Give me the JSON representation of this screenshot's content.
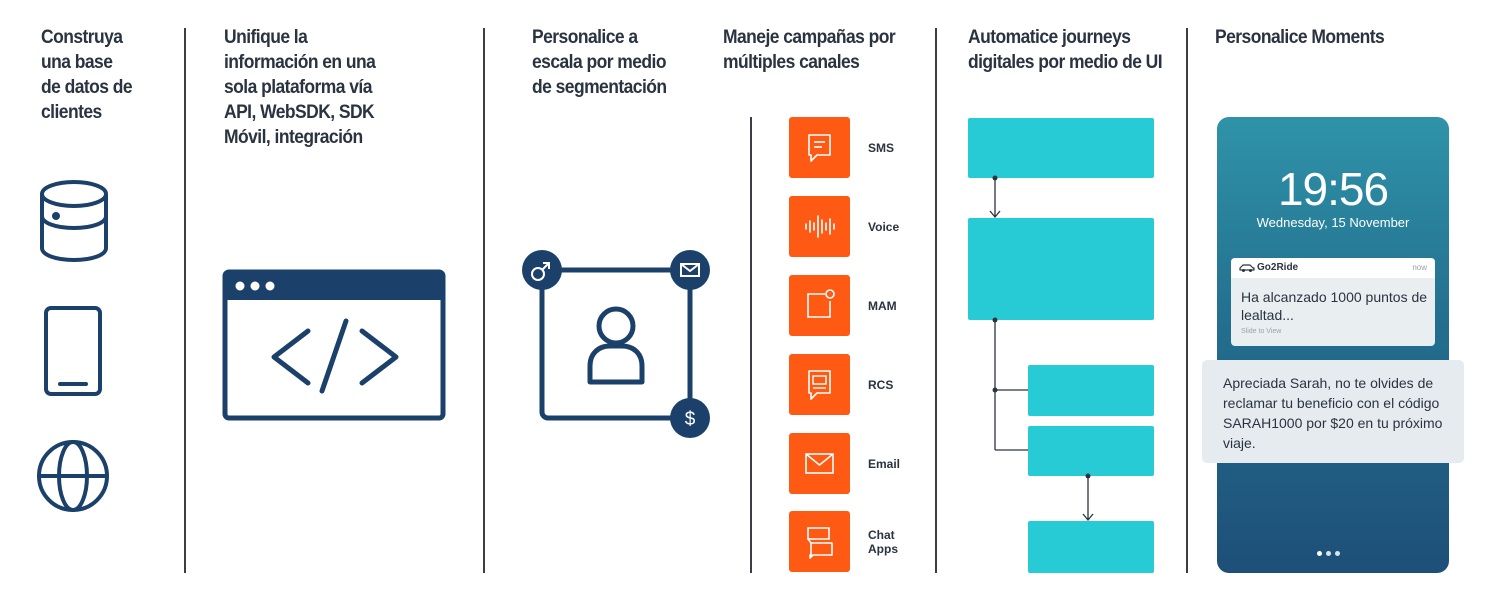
{
  "columns": [
    {
      "title_lines": [
        "Construya",
        "una base",
        "de datos de",
        "clientes"
      ]
    },
    {
      "title_lines": [
        "Unifique la",
        "información en una",
        "sola plataforma vía",
        "API, WebSDK, SDK",
        "Móvil, integración"
      ]
    },
    {
      "title_lines": [
        "Personalice a",
        "escala por medio",
        "de segmentación"
      ]
    },
    {
      "title_lines": [
        "Maneje campañas por",
        "múltiples canales"
      ]
    },
    {
      "title_lines": [
        "Automatice journeys",
        "digitales por medio de UI"
      ]
    },
    {
      "title_lines": [
        "Personalice Moments"
      ]
    }
  ],
  "channels": [
    {
      "label": "SMS",
      "icon": "sms-icon"
    },
    {
      "label": "Voice",
      "icon": "voice-icon"
    },
    {
      "label": "MAM",
      "icon": "mam-icon"
    },
    {
      "label": "RCS",
      "icon": "rcs-icon"
    },
    {
      "label": "Email",
      "icon": "email-icon"
    },
    {
      "label_lines": [
        "Chat",
        "Apps"
      ],
      "icon": "chat-apps-icon"
    }
  ],
  "segmentation_icons": [
    "male-icon",
    "envelope-icon",
    "dollar-icon",
    "person-icon"
  ],
  "phone": {
    "time": "19:56",
    "date": "Wednesday, 15 November",
    "notification": {
      "app": "Go2Ride",
      "time": "now",
      "message": "Ha alcanzado 1000 puntos de lealtad...",
      "hint": "Slide to View"
    },
    "message": "Apreciada Sarah, no te olvides de reclamar tu beneficio con el código SARAH1000 por $20 en tu próximo viaje."
  },
  "colors": {
    "navy": "#1b416b",
    "orange": "#ff5a14",
    "teal": "#27cbd6",
    "text": "#2a3340"
  }
}
